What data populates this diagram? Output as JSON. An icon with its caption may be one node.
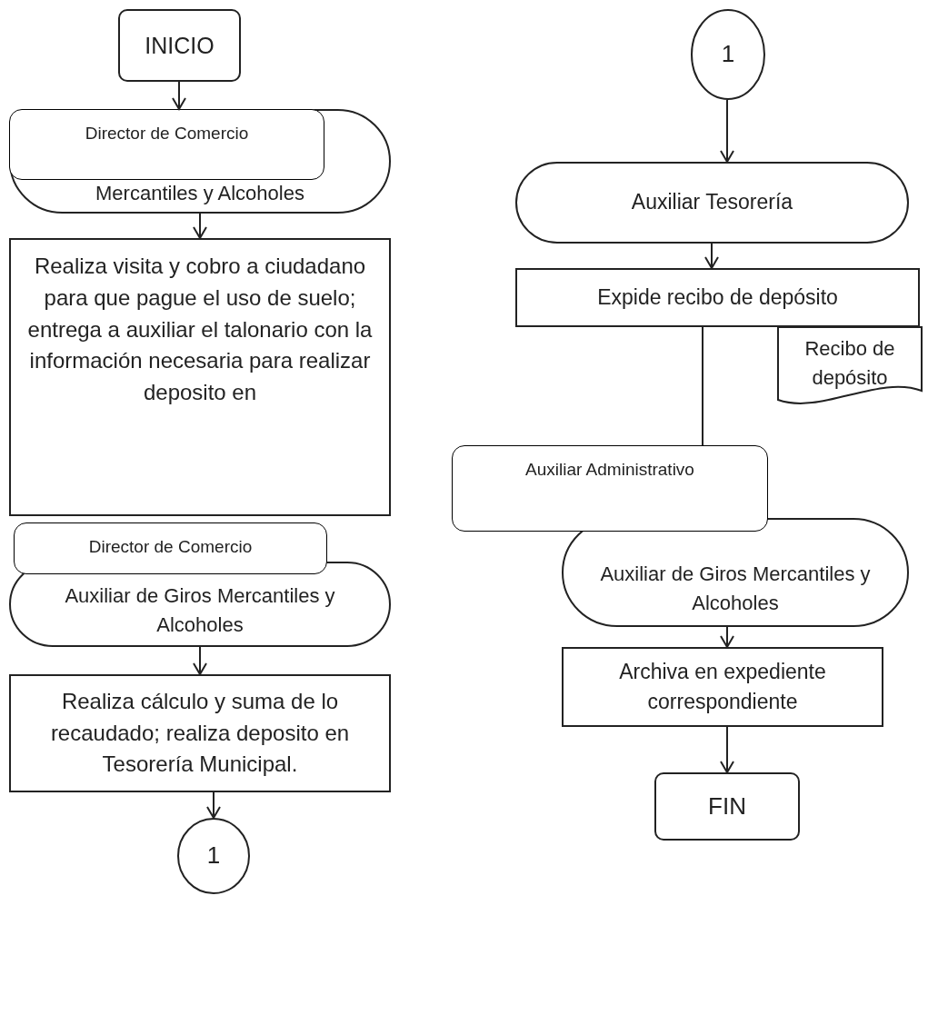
{
  "diagram": {
    "nodes": [
      {
        "text": [
          "INICIO"
        ]
      },
      {
        "text": [
          "Mercantiles y Alcoholes"
        ]
      },
      {
        "text": [
          "Director de Comercio"
        ],
        "in": 1
      },
      {
        "text": [
          "Realiza visita y cobro a ciudadano para que pague el uso de suelo; entrega a auxiliar el talonario con la información necesaria para realizar deposito en"
        ]
      },
      {
        "text": [
          "Director de Comercio"
        ]
      },
      {
        "text": [
          "Auxiliar de Giros Mercantiles y Alcoholes"
        ]
      },
      {
        "text": [
          "Realiza cálculo y suma de lo recaudado; realiza deposito en Tesorería Municipal."
        ]
      },
      {
        "text": [
          "1"
        ]
      },
      {
        "text": [
          "1"
        ]
      },
      {
        "text": [
          "Auxiliar Tesorería"
        ]
      },
      {
        "text": [
          "Expide recibo de depósito"
        ]
      },
      {
        "text": [
          "Recibo de depósito"
        ]
      },
      {
        "text": [
          "Auxiliar Administrativo"
        ]
      },
      {
        "text": [
          "Auxiliar de Giros Mercantiles y Alcoholes"
        ]
      },
      {
        "text": [
          "Archiva en expediente correspondiente"
        ]
      },
      {
        "text": [
          "FIN"
        ]
      }
    ],
    "edges": [
      {
        "from": 0,
        "to": 1,
        "arrow": "to"
      },
      {
        "from": 1,
        "to": 3,
        "arrow": "to"
      },
      {
        "from": 5,
        "to": 6,
        "arrow": "to"
      },
      {
        "from": 6,
        "to": 7,
        "arrow": "to"
      },
      {
        "from": 8,
        "to": 9,
        "arrow": "to"
      },
      {
        "from": 9,
        "to": 10,
        "arrow": "to"
      },
      {
        "from": 10,
        "to": 12,
        "arrow": "none"
      },
      {
        "from": 13,
        "to": 14,
        "arrow": "to"
      },
      {
        "from": 14,
        "to": 15,
        "arrow": "to"
      }
    ]
  }
}
